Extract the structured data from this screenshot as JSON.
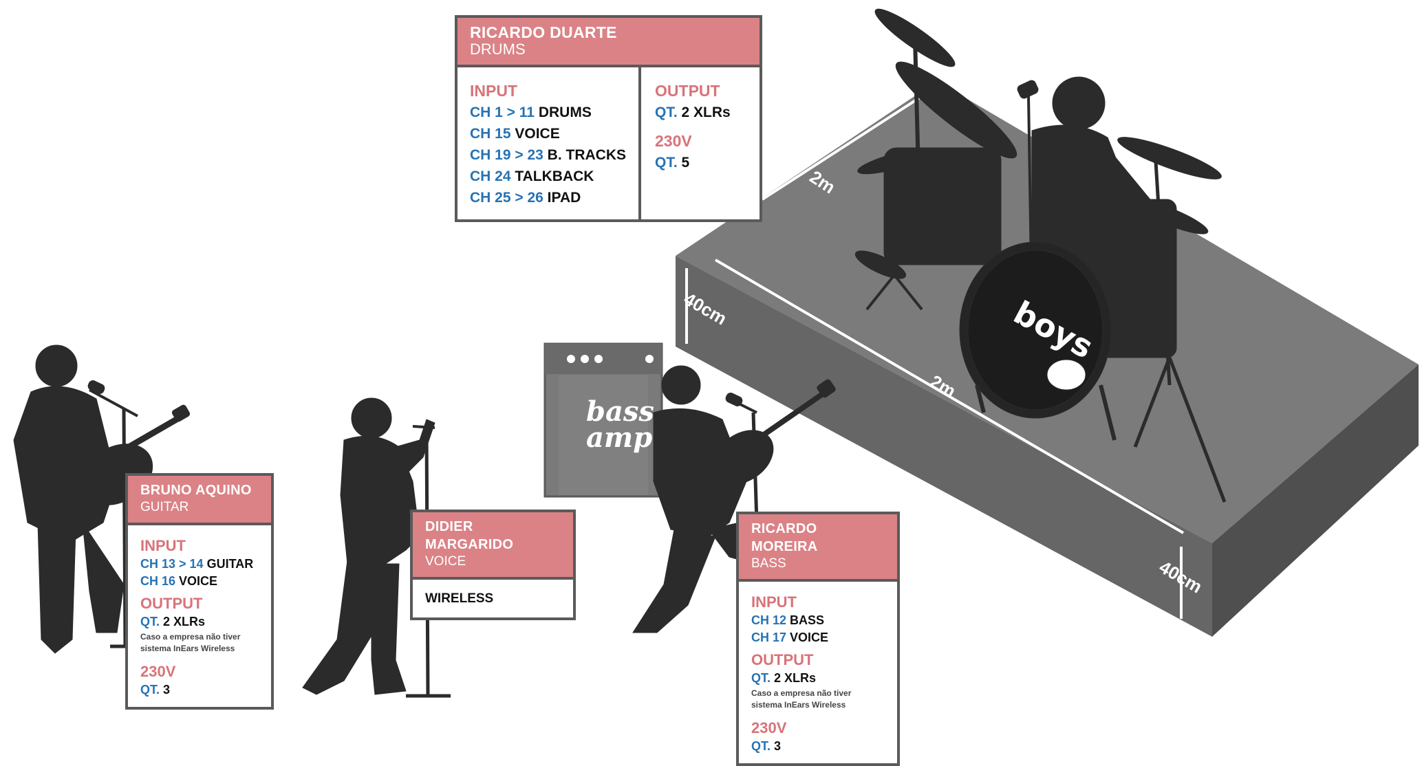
{
  "stage": {
    "width_label_back": "2m",
    "width_label_front": "2m",
    "height_label_left": "40cm",
    "height_label_right": "40cm"
  },
  "amp": {
    "line1": "bass",
    "line2": "amp"
  },
  "drum_logo": "boys",
  "panels": {
    "drums": {
      "name": "RICARDO DUARTE",
      "role": "DRUMS",
      "input_title": "INPUT",
      "inputs": [
        {
          "ch": "CH 1 > 11",
          "label": "DRUMS"
        },
        {
          "ch": "CH 15",
          "label": "VOICE"
        },
        {
          "ch": "CH 19 > 23",
          "label": "B. TRACKS"
        },
        {
          "ch": "CH 24",
          "label": "TALKBACK"
        },
        {
          "ch": "CH 25 > 26",
          "label": "IPAD"
        }
      ],
      "output_title": "OUTPUT",
      "output": {
        "k": "QT.",
        "v": "2 XLRs"
      },
      "power_title": "230V",
      "power": {
        "k": "QT.",
        "v": "5"
      }
    },
    "guitar": {
      "name": "BRUNO AQUINO",
      "role": "GUITAR",
      "input_title": "INPUT",
      "inputs": [
        {
          "ch": "CH 13 > 14",
          "label": "GUITAR"
        },
        {
          "ch": "CH 16",
          "label": "VOICE"
        }
      ],
      "output_title": "OUTPUT",
      "output": {
        "k": "QT.",
        "v": "2 XLRs"
      },
      "note_line1": "Caso a empresa não tiver",
      "note_line2": "sistema InEars Wireless",
      "power_title": "230V",
      "power": {
        "k": "QT.",
        "v": "3"
      }
    },
    "voice": {
      "name": "DIDIER MARGARIDO",
      "role": "VOICE",
      "body": "WIRELESS"
    },
    "bass": {
      "name": "RICARDO MOREIRA",
      "role": "BASS",
      "input_title": "INPUT",
      "inputs": [
        {
          "ch": "CH 12",
          "label": "BASS"
        },
        {
          "ch": "CH 17",
          "label": "VOICE"
        }
      ],
      "output_title": "OUTPUT",
      "output": {
        "k": "QT.",
        "v": "2 XLRs"
      },
      "note_line1": "Caso a empresa não tiver",
      "note_line2": "sistema InEars Wireless",
      "power_title": "230V",
      "power": {
        "k": "QT.",
        "v": "3"
      }
    }
  },
  "colors": {
    "accent_pink": "#db8286",
    "channel_blue": "#2672b4",
    "silhouette": "#2b2b2b",
    "stage_top": "#7b7b7b",
    "stage_side": "#5f5f5f"
  }
}
